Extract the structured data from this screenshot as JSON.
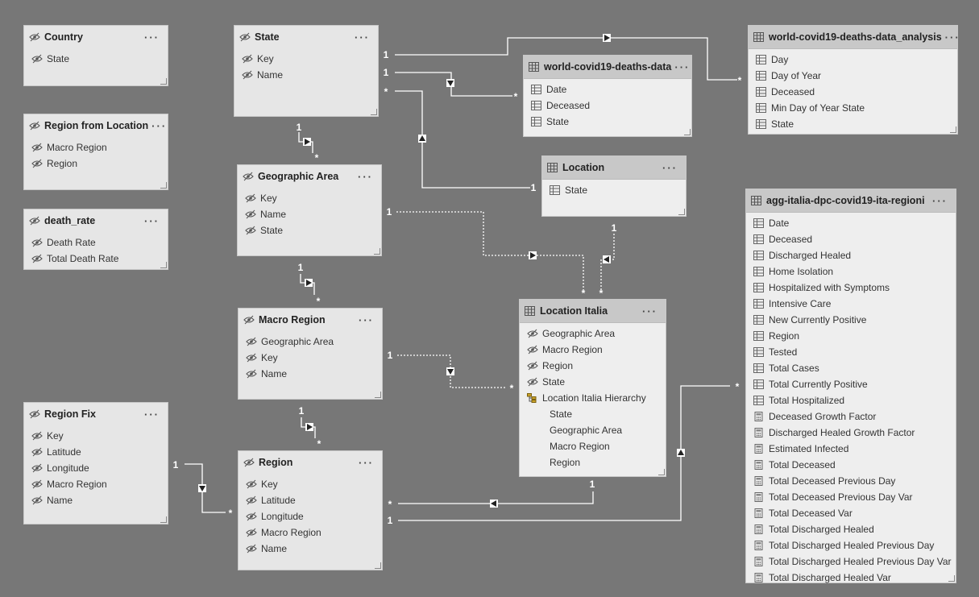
{
  "tables": [
    {
      "id": "country",
      "title": "Country",
      "type": "hidden",
      "fields": [
        {
          "name": "State",
          "icon": "hidden-eye-icon"
        }
      ]
    },
    {
      "id": "region-from-location",
      "title": "Region from Location",
      "type": "hidden",
      "fields": [
        {
          "name": "Macro Region",
          "icon": "hidden-eye-icon"
        },
        {
          "name": "Region",
          "icon": "hidden-eye-icon"
        }
      ]
    },
    {
      "id": "death-rate",
      "title": "death_rate",
      "type": "hidden",
      "fields": [
        {
          "name": "Death Rate",
          "icon": "hidden-eye-icon"
        },
        {
          "name": "Total Death Rate",
          "icon": "hidden-eye-icon"
        }
      ]
    },
    {
      "id": "region-fix",
      "title": "Region Fix",
      "type": "hidden",
      "fields": [
        {
          "name": "Key",
          "icon": "hidden-eye-icon"
        },
        {
          "name": "Latitude",
          "icon": "hidden-eye-icon"
        },
        {
          "name": "Longitude",
          "icon": "hidden-eye-icon"
        },
        {
          "name": "Macro Region",
          "icon": "hidden-eye-icon"
        },
        {
          "name": "Name",
          "icon": "hidden-eye-icon"
        }
      ]
    },
    {
      "id": "state",
      "title": "State",
      "type": "hidden",
      "fields": [
        {
          "name": "Key",
          "icon": "hidden-eye-icon"
        },
        {
          "name": "Name",
          "icon": "hidden-eye-icon"
        }
      ]
    },
    {
      "id": "geographic-area",
      "title": "Geographic Area",
      "type": "hidden",
      "fields": [
        {
          "name": "Key",
          "icon": "hidden-eye-icon"
        },
        {
          "name": "Name",
          "icon": "hidden-eye-icon"
        },
        {
          "name": "State",
          "icon": "hidden-eye-icon"
        }
      ]
    },
    {
      "id": "macro-region",
      "title": "Macro Region",
      "type": "hidden",
      "fields": [
        {
          "name": "Geographic Area",
          "icon": "hidden-eye-icon"
        },
        {
          "name": "Key",
          "icon": "hidden-eye-icon"
        },
        {
          "name": "Name",
          "icon": "hidden-eye-icon"
        }
      ]
    },
    {
      "id": "region",
      "title": "Region",
      "type": "hidden",
      "fields": [
        {
          "name": "Key",
          "icon": "hidden-eye-icon"
        },
        {
          "name": "Latitude",
          "icon": "hidden-eye-icon"
        },
        {
          "name": "Longitude",
          "icon": "hidden-eye-icon"
        },
        {
          "name": "Macro Region",
          "icon": "hidden-eye-icon"
        },
        {
          "name": "Name",
          "icon": "hidden-eye-icon"
        }
      ]
    },
    {
      "id": "world-covid19-deaths-data",
      "title": "world-covid19-deaths-data",
      "type": "visible",
      "fields": [
        {
          "name": "Date",
          "icon": "column-icon"
        },
        {
          "name": "Deceased",
          "icon": "column-icon"
        },
        {
          "name": "State",
          "icon": "column-icon"
        }
      ]
    },
    {
      "id": "location",
      "title": "Location",
      "type": "visible",
      "fields": [
        {
          "name": "State",
          "icon": "column-icon"
        }
      ]
    },
    {
      "id": "location-italia",
      "title": "Location Italia",
      "type": "visible",
      "fields": [
        {
          "name": "Geographic Area",
          "icon": "hidden-eye-icon"
        },
        {
          "name": "Macro Region",
          "icon": "hidden-eye-icon"
        },
        {
          "name": "Region",
          "icon": "hidden-eye-icon"
        },
        {
          "name": "State",
          "icon": "hidden-eye-icon"
        },
        {
          "name": "Location Italia Hierarchy",
          "icon": "hierarchy-icon"
        },
        {
          "name": "State",
          "icon": "none",
          "sub": true
        },
        {
          "name": "Geographic Area",
          "icon": "none",
          "sub": true
        },
        {
          "name": "Macro Region",
          "icon": "none",
          "sub": true
        },
        {
          "name": "Region",
          "icon": "none",
          "sub": true
        }
      ]
    },
    {
      "id": "world-covid19-deaths-data-analysis",
      "title": "world-covid19-deaths-data_analysis",
      "type": "visible",
      "fields": [
        {
          "name": "Day",
          "icon": "column-icon"
        },
        {
          "name": "Day of Year",
          "icon": "column-icon"
        },
        {
          "name": "Deceased",
          "icon": "column-icon"
        },
        {
          "name": "Min Day of Year State",
          "icon": "column-icon"
        },
        {
          "name": "State",
          "icon": "column-icon"
        }
      ]
    },
    {
      "id": "agg-italia",
      "title": "agg-italia-dpc-covid19-ita-regioni",
      "type": "visible",
      "fields": [
        {
          "name": "Date",
          "icon": "column-icon"
        },
        {
          "name": "Deceased",
          "icon": "column-icon"
        },
        {
          "name": "Discharged Healed",
          "icon": "column-icon"
        },
        {
          "name": "Home Isolation",
          "icon": "column-icon"
        },
        {
          "name": "Hospitalized with Symptoms",
          "icon": "column-icon"
        },
        {
          "name": "Intensive Care",
          "icon": "column-icon"
        },
        {
          "name": "New Currently Positive",
          "icon": "column-icon"
        },
        {
          "name": "Region",
          "icon": "column-icon"
        },
        {
          "name": "Tested",
          "icon": "column-icon"
        },
        {
          "name": "Total Cases",
          "icon": "column-icon"
        },
        {
          "name": "Total Currently Positive",
          "icon": "column-icon"
        },
        {
          "name": "Total Hospitalized",
          "icon": "column-icon"
        },
        {
          "name": "Deceased Growth Factor",
          "icon": "measure-icon"
        },
        {
          "name": "Discharged Healed Growth Factor",
          "icon": "measure-icon"
        },
        {
          "name": "Estimated Infected",
          "icon": "measure-icon"
        },
        {
          "name": "Total Deceased",
          "icon": "measure-icon"
        },
        {
          "name": "Total Deceased Previous Day",
          "icon": "measure-icon"
        },
        {
          "name": "Total Deceased Previous Day Var",
          "icon": "measure-icon"
        },
        {
          "name": "Total Deceased Var",
          "icon": "measure-icon"
        },
        {
          "name": "Total Discharged Healed",
          "icon": "measure-icon"
        },
        {
          "name": "Total Discharged Healed Previous Day",
          "icon": "measure-icon"
        },
        {
          "name": "Total Discharged Healed Previous Day Var",
          "icon": "measure-icon"
        },
        {
          "name": "Total Discharged Healed Var",
          "icon": "measure-icon"
        }
      ]
    }
  ],
  "more_label": "···",
  "relationships": [
    {
      "id": "state-to-analysis",
      "one": "1",
      "many": "*"
    },
    {
      "id": "state-to-deaths-data",
      "one": "1",
      "many": "*"
    },
    {
      "id": "location-to-state",
      "one": "1",
      "many": "*"
    },
    {
      "id": "state-to-geographic-area",
      "one": "1",
      "many": "*"
    },
    {
      "id": "geographic-area-to-location-italia",
      "one": "1",
      "many": "*"
    },
    {
      "id": "location-italia-self",
      "one": "1",
      "many": "*"
    },
    {
      "id": "geographic-area-to-macro-region",
      "one": "1",
      "many": "*"
    },
    {
      "id": "macro-region-to-location-italia",
      "one": "1",
      "many": "*"
    },
    {
      "id": "macro-region-to-region",
      "one": "1",
      "many": "*"
    },
    {
      "id": "region-fix-to-region",
      "one": "1",
      "many": "*"
    },
    {
      "id": "location-italia-to-region",
      "one": "1",
      "many": "*"
    },
    {
      "id": "region-to-agg-italia",
      "one": "1",
      "many": "*"
    }
  ]
}
